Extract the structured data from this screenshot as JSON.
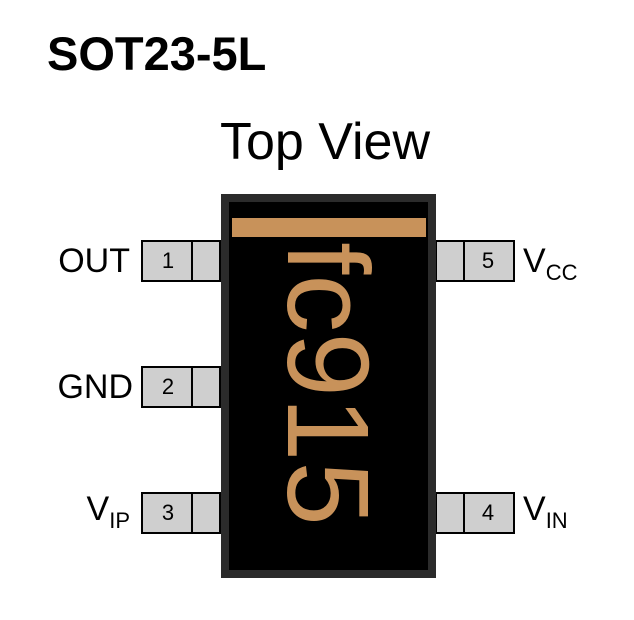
{
  "package": {
    "title": "SOT23-5L",
    "subtitle": "Top View",
    "marking": "fc915"
  },
  "pins": [
    {
      "number": "1",
      "label": "OUT",
      "sub": ""
    },
    {
      "number": "2",
      "label": "GND",
      "sub": ""
    },
    {
      "number": "3",
      "label": "V",
      "sub": "IP"
    },
    {
      "number": "4",
      "label": "V",
      "sub": "IN"
    },
    {
      "number": "5",
      "label": "V",
      "sub": "CC"
    }
  ],
  "colors": {
    "marking": "#c8925a",
    "body": "#000000",
    "pin_fill": "#cfcfcf"
  }
}
